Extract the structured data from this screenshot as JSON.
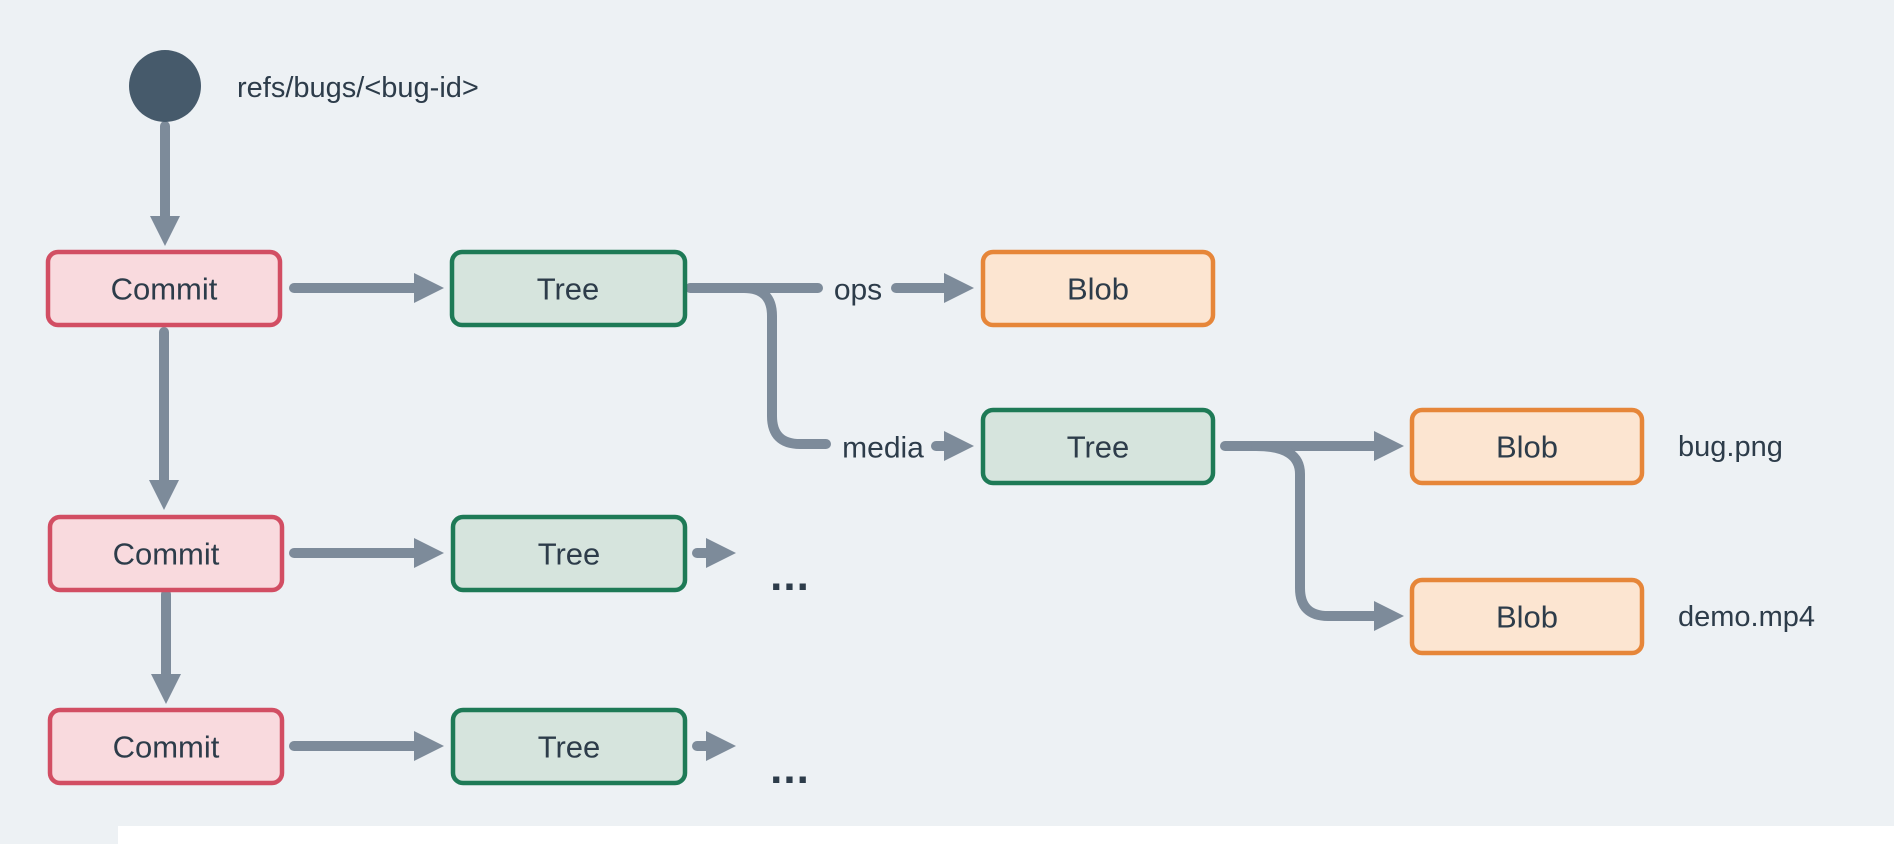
{
  "diagram": {
    "ref": {
      "label": "refs/bugs/<bug-id>"
    },
    "nodes": {
      "commit_1": {
        "label": "Commit",
        "type": "commit"
      },
      "commit_2": {
        "label": "Commit",
        "type": "commit"
      },
      "commit_3": {
        "label": "Commit",
        "type": "commit"
      },
      "tree_1": {
        "label": "Tree",
        "type": "tree"
      },
      "tree_2": {
        "label": "Tree",
        "type": "tree"
      },
      "tree_3": {
        "label": "Tree",
        "type": "tree"
      },
      "tree_media": {
        "label": "Tree",
        "type": "tree"
      },
      "blob_ops": {
        "label": "Blob",
        "type": "blob"
      },
      "blob_bug": {
        "label": "Blob",
        "type": "blob"
      },
      "blob_demo": {
        "label": "Blob",
        "type": "blob"
      }
    },
    "edge_labels": {
      "ops": "ops",
      "media": "media"
    },
    "file_annotations": {
      "bug_png": "bug.png",
      "demo_mp4": "demo.mp4"
    },
    "ellipsis": "...",
    "colors": {
      "background": "#edf1f4",
      "arrow": "#7d8b9a",
      "ref_circle": "#465a6b",
      "text": "#2d3c4a",
      "commit_fill": "#f9dade",
      "commit_border": "#d24e63",
      "tree_fill": "#d6e4dd",
      "tree_border": "#1e7a56",
      "blob_fill": "#fce5d1",
      "blob_border": "#e68639",
      "page_white": "#ffffff"
    }
  }
}
